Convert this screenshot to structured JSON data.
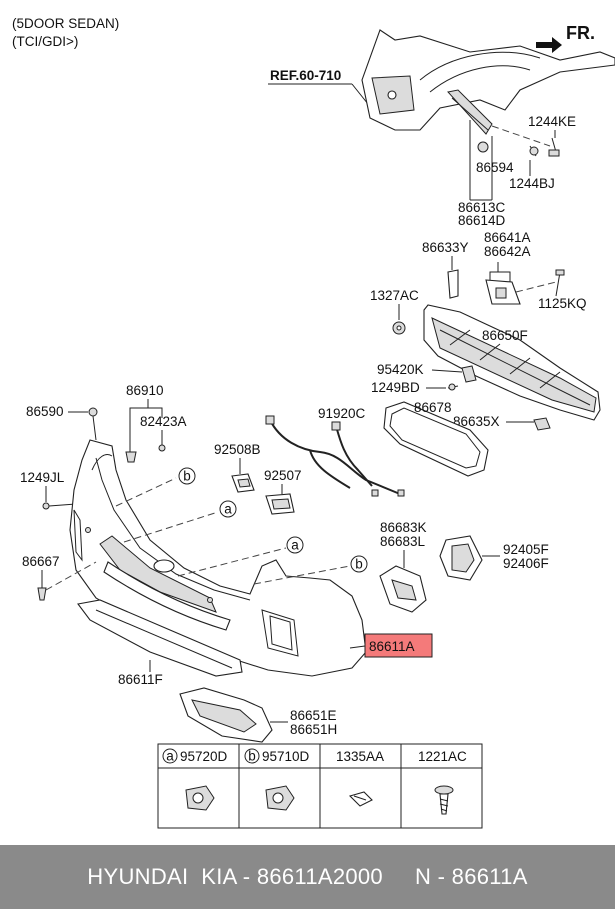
{
  "header": {
    "line1": "(5DOOR SEDAN)",
    "line2": "(TCI/GDI>)"
  },
  "direction": {
    "label": "FR."
  },
  "reference": {
    "label": "REF.60-710"
  },
  "callouts": {
    "p1244KE": "1244KE",
    "p86594": "86594",
    "p1244BJ": "1244BJ",
    "p86613C": "86613C",
    "p86614D": "86614D",
    "p86633Y": "86633Y",
    "p86641A": "86641A",
    "p86642A": "86642A",
    "p1327AC": "1327AC",
    "p1125KQ": "1125KQ",
    "p86650F": "86650F",
    "p95420K": "95420K",
    "p1249BD": "1249BD",
    "p86910": "86910",
    "p86590": "86590",
    "p82423A": "82423A",
    "p91920C": "91920C",
    "p86678": "86678",
    "p86635X": "86635X",
    "p92508B": "92508B",
    "p92507": "92507",
    "p1249JL": "1249JL",
    "p86667": "86667",
    "p86683K": "86683K",
    "p86683L": "86683L",
    "p92405F": "92405F",
    "p92406F": "92406F",
    "p86611F": "86611F",
    "p86651E": "86651E",
    "p86651H": "86651H"
  },
  "highlight": {
    "label": "86611A",
    "color": "#f47a7a"
  },
  "markers": {
    "a": "a",
    "b": "b"
  },
  "legend": {
    "cells": [
      {
        "marker": "a",
        "code": "95720D"
      },
      {
        "marker": "b",
        "code": "95710D"
      },
      {
        "marker": "",
        "code": "1335AA"
      },
      {
        "marker": "",
        "code": "1221AC"
      }
    ]
  },
  "footer": {
    "text": "HYUNDAI  KIA - 86611A2000     N - 86611A",
    "background": "#8a8a8a"
  }
}
